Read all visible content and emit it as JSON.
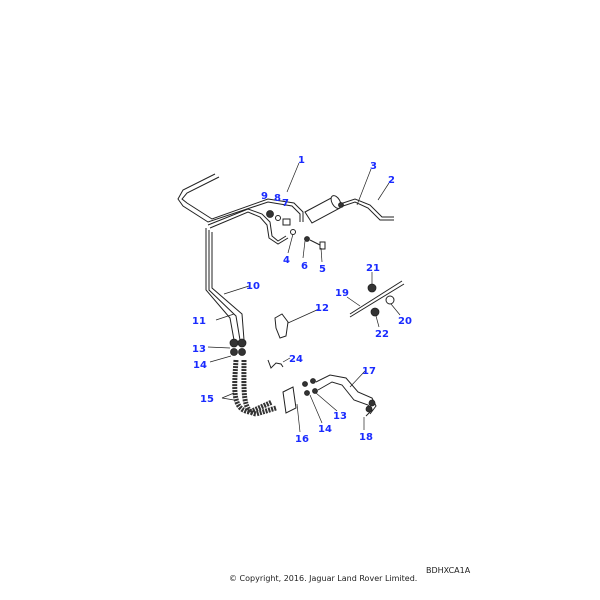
{
  "diagram": {
    "callouts": [
      "1",
      "2",
      "3",
      "4",
      "5",
      "6",
      "7",
      "8",
      "9",
      "10",
      "11",
      "12",
      "13",
      "14",
      "15",
      "16",
      "17",
      "18",
      "19",
      "20",
      "21",
      "22",
      "24",
      "13",
      "14"
    ],
    "reference": "BDHXCA1A",
    "copyright": "© Copyright, 2016. Jaguar Land Rover Limited."
  }
}
